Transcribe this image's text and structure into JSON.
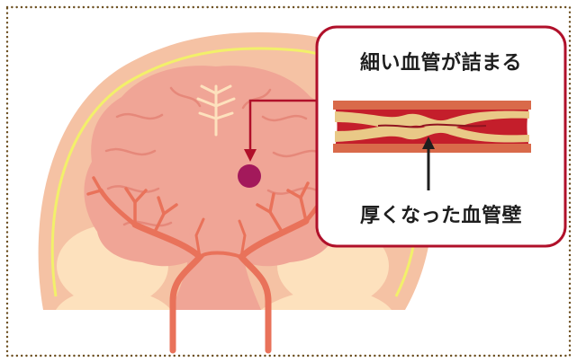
{
  "callout": {
    "title": "細い血管が詰まる",
    "caption": "厚くなった血管壁"
  },
  "colors": {
    "background": "#ffffff",
    "dotted_border": "#6b4e1f",
    "head_outer": "#f5c2a4",
    "head_highlight": "#f2f06a",
    "brain": "#f0a596",
    "brain_fold": "#e6887a",
    "cerebellum": "#fde1bd",
    "vessel": "#e9725a",
    "occlusion_spot": "#a3195b",
    "callout_border": "#b0102a",
    "pointer_line": "#b0102a",
    "artery_wall": "#c41e2b",
    "plaque": "#e9c987"
  },
  "icons": [
    "brain-illustration",
    "artery-cross-section",
    "arrow-up-icon",
    "arrow-down-icon"
  ]
}
